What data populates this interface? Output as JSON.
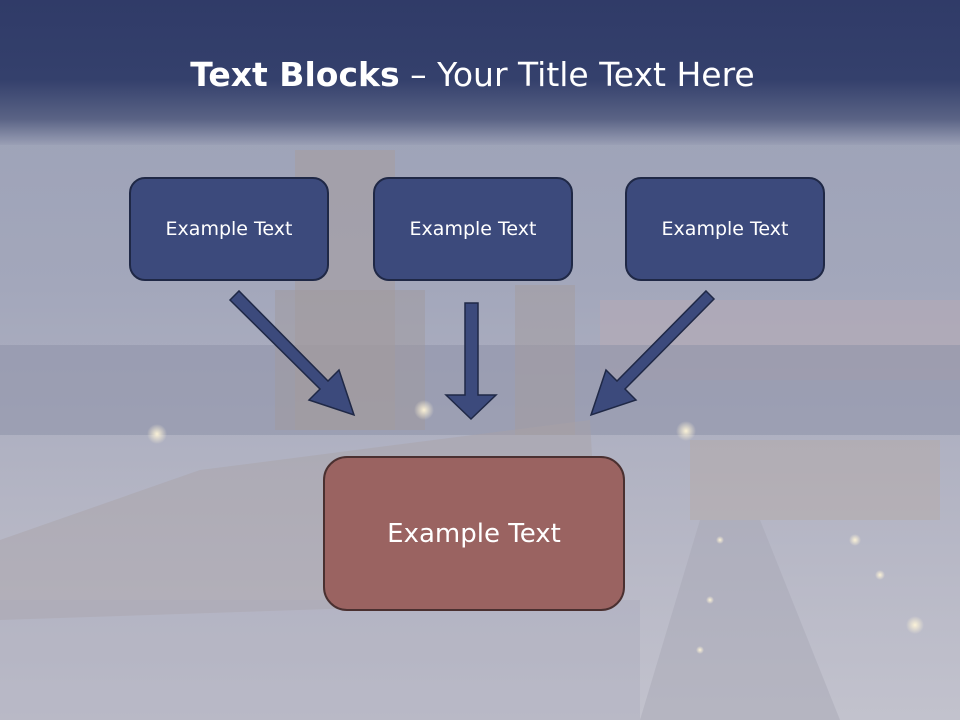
{
  "header": {
    "title_bold": "Text Blocks",
    "title_dash": " – ",
    "title_rest": "Your Title Text Here"
  },
  "blocks": {
    "left": "Example Text",
    "middle": "Example Text",
    "right": "Example Text",
    "bottom": "Example Text"
  },
  "colors": {
    "header": "#303b68",
    "block_fill": "#3c4a7c",
    "block_border": "#1f2846",
    "bottom_fill": "#9a6361",
    "arrow": "#3c4a7c"
  },
  "icons": {
    "arrows": [
      "down-right-arrow-icon",
      "down-arrow-icon",
      "down-left-arrow-icon"
    ]
  }
}
